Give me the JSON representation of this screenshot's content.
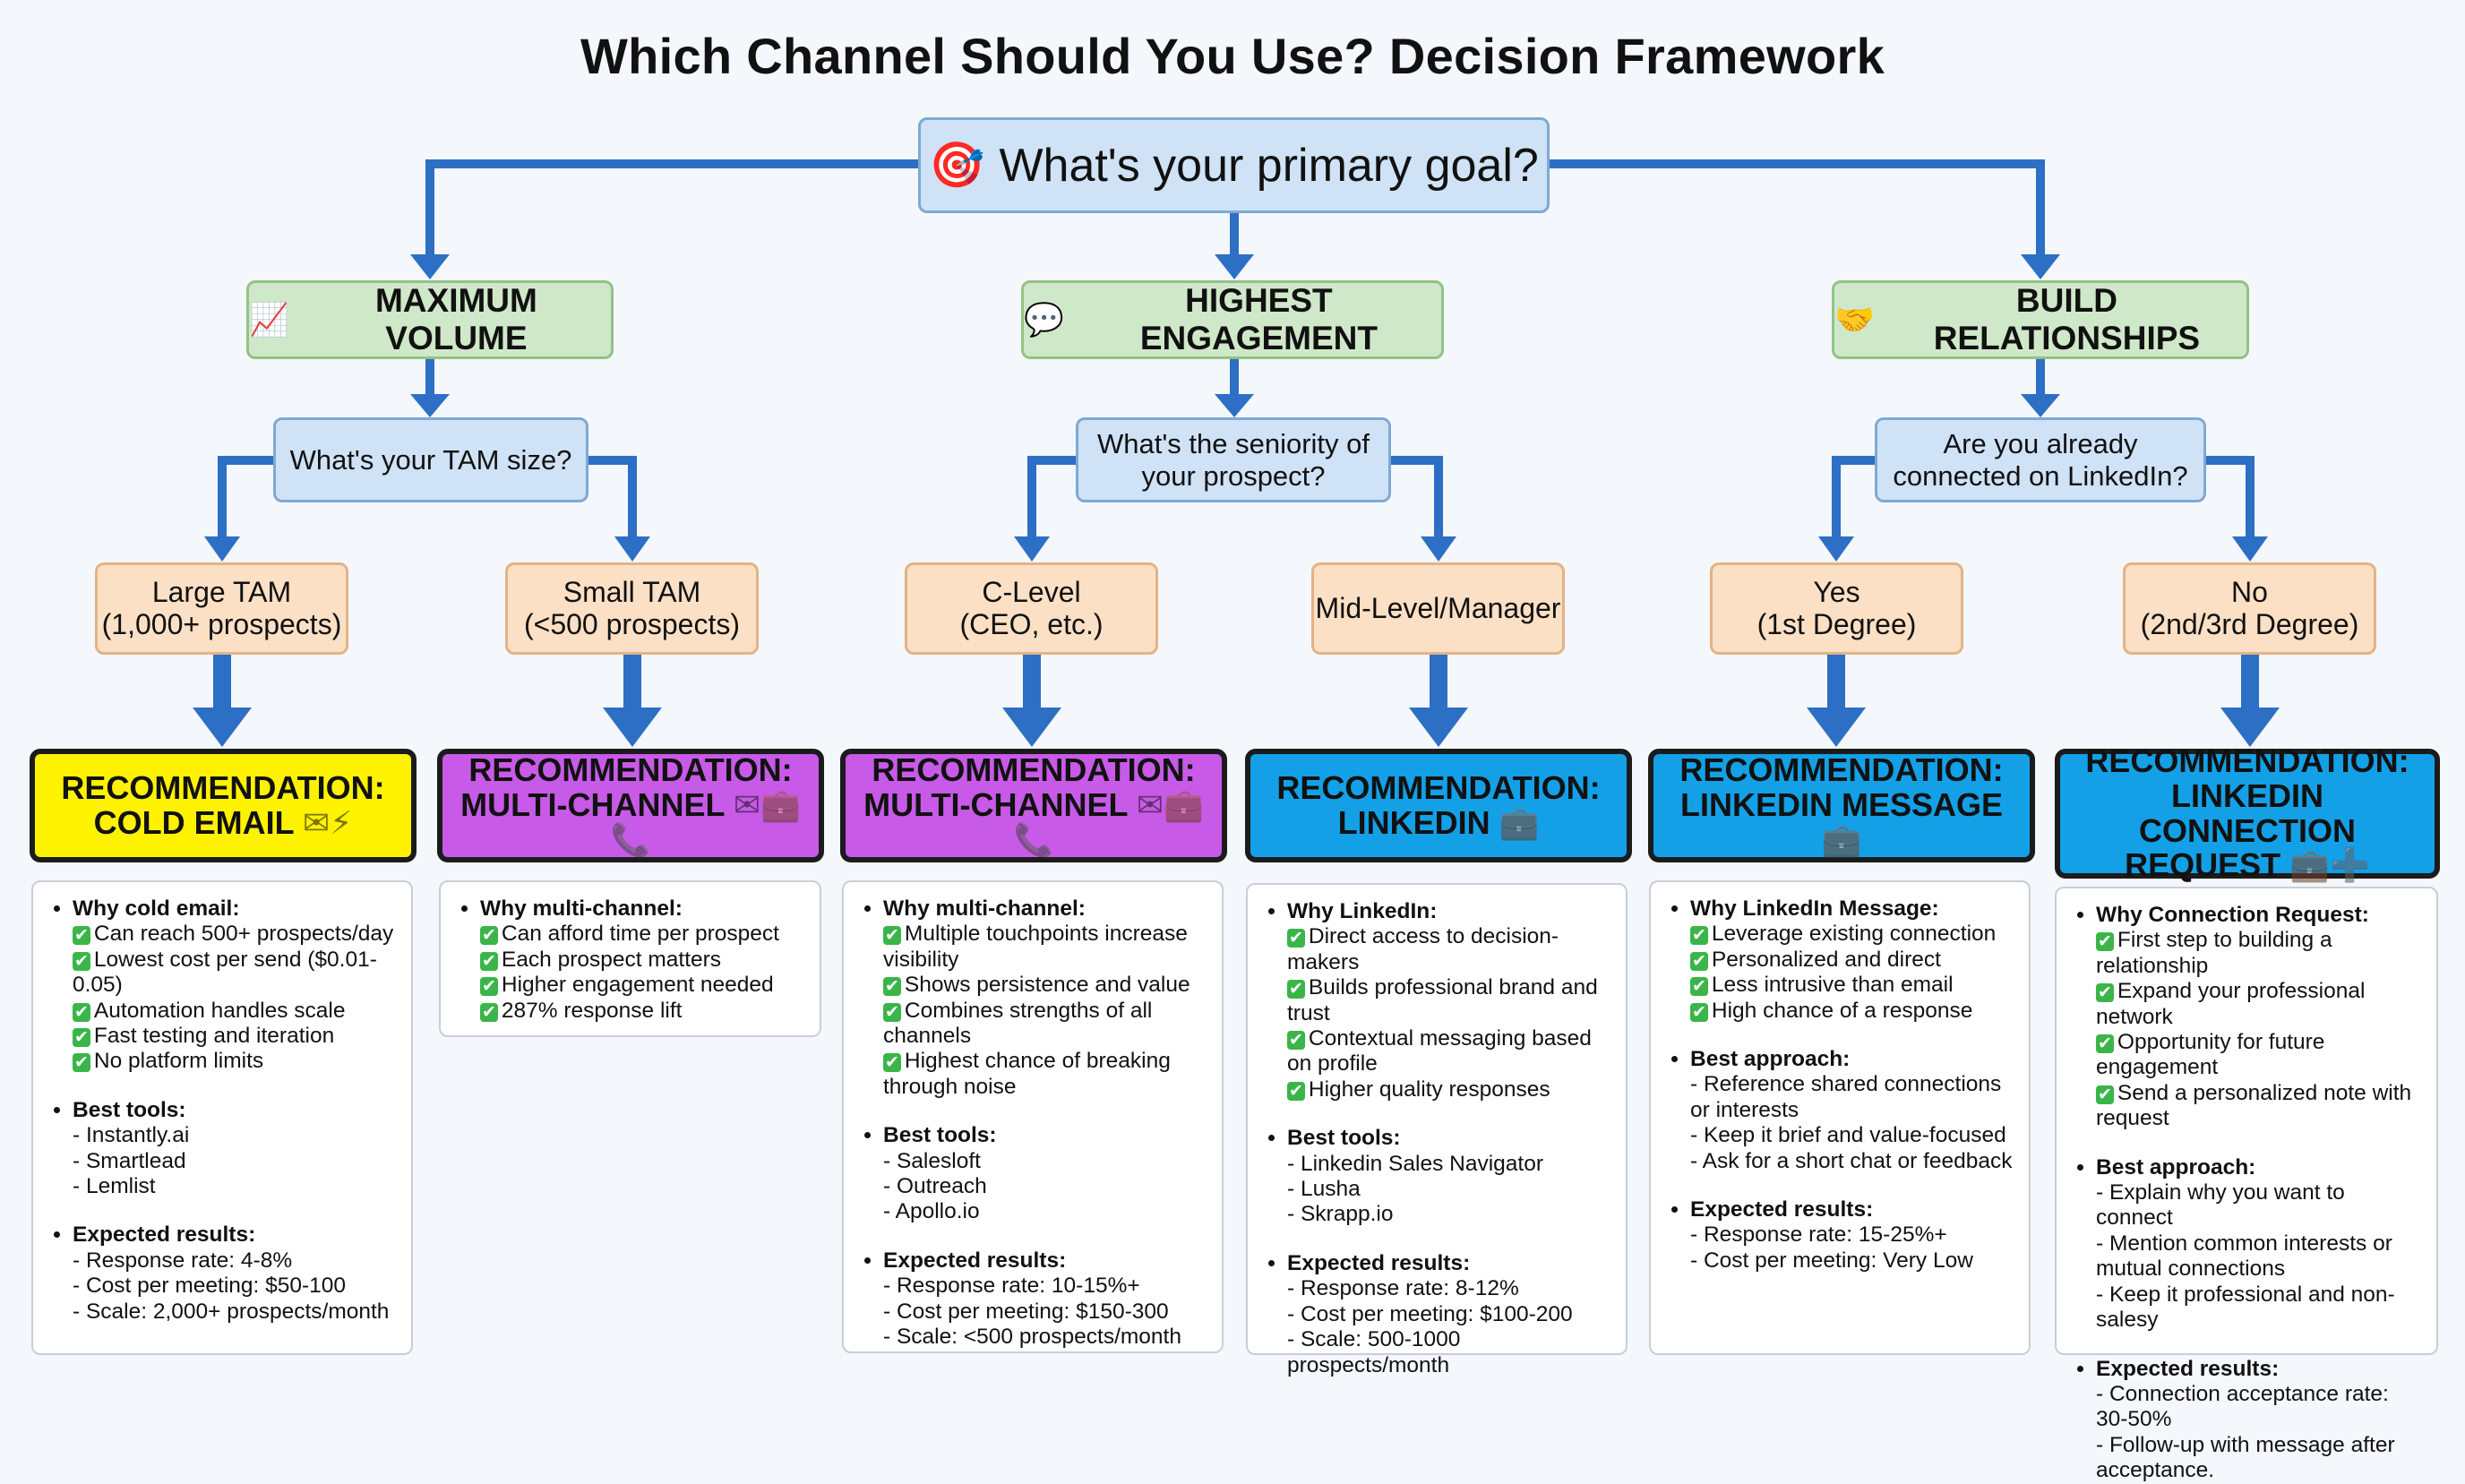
{
  "title": "Which Channel Should You Use? Decision Framework",
  "root": {
    "icon": "🎯",
    "icon_name": "target-icon",
    "label": "What's your primary goal?"
  },
  "goals": [
    {
      "icon": "📈",
      "icon_name": "chart-up-icon",
      "label": "MAXIMUM VOLUME"
    },
    {
      "icon": "💬",
      "icon_name": "speech-bubble-icon",
      "label": "HIGHEST ENGAGEMENT"
    },
    {
      "icon": "🤝",
      "icon_name": "handshake-icon",
      "label": "BUILD RELATIONSHIPS"
    }
  ],
  "questions": [
    {
      "label": "What's your TAM size?"
    },
    {
      "label": "What's the seniority of your prospect?"
    },
    {
      "label": "Are you already connected on LinkedIn?"
    }
  ],
  "answers": [
    {
      "line1": "Large TAM",
      "line2": "(1,000+ prospects)"
    },
    {
      "line1": "Small TAM",
      "line2": "(<500 prospects)"
    },
    {
      "line1": "C-Level",
      "line2": "(CEO, etc.)"
    },
    {
      "line1": "Mid-Level/Manager",
      "line2": ""
    },
    {
      "line1": "Yes",
      "line2": "(1st Degree)"
    },
    {
      "line1": "No",
      "line2": "(2nd/3rd Degree)"
    }
  ],
  "recommendations": [
    {
      "line1": "RECOMMENDATION:",
      "line2": "COLD EMAIL",
      "icons": "✉⚡",
      "color": "#fff200"
    },
    {
      "line1": "RECOMMENDATION:",
      "line2": "MULTI-CHANNEL",
      "icons": "✉💼📞",
      "color": "#c85ae8"
    },
    {
      "line1": "RECOMMENDATION:",
      "line2": "MULTI-CHANNEL",
      "icons": "✉💼📞",
      "color": "#c85ae8"
    },
    {
      "line1": "RECOMMENDATION:",
      "line2": "LINKEDIN",
      "icons": "💼",
      "color": "#14a0e6"
    },
    {
      "line1": "RECOMMENDATION:",
      "line2": "LINKEDIN MESSAGE",
      "icons": "💼",
      "color": "#14a0e6"
    },
    {
      "line1": "RECOMMENDATION:",
      "line2": "LINKEDIN CONNECTION REQUEST",
      "icons": "💼➕",
      "color": "#14a0e6"
    }
  ],
  "cards": [
    {
      "why_head": "Why cold email:",
      "why": [
        "Can reach 500+ prospects/day",
        "Lowest cost per send ($0.01-0.05)",
        "Automation handles scale",
        "Fast testing and iteration",
        "No platform limits"
      ],
      "mid_head": "Best tools:",
      "mid": [
        "- Instantly.ai",
        "- Smartlead",
        "- Lemlist"
      ],
      "res_head": "Expected results:",
      "res": [
        "- Response rate: 4-8%",
        "- Cost per meeting: $50-100",
        "- Scale: 2,000+ prospects/month"
      ]
    },
    {
      "why_head": "Why multi-channel:",
      "why": [
        "Can afford time per prospect",
        "Each prospect matters",
        "Higher engagement needed",
        "287% response lift"
      ],
      "mid_head": "",
      "mid": [],
      "res_head": "",
      "res": []
    },
    {
      "why_head": "Why multi-channel:",
      "why": [
        "Multiple touchpoints increase visibility",
        "Shows persistence and value",
        "Combines strengths of all channels",
        "Highest chance of breaking through noise"
      ],
      "mid_head": "Best tools:",
      "mid": [
        "- Salesloft",
        "- Outreach",
        "- Apollo.io"
      ],
      "res_head": "Expected results:",
      "res": [
        "- Response rate: 10-15%+",
        "- Cost per meeting: $150-300",
        "- Scale: <500 prospects/month"
      ]
    },
    {
      "why_head": "Why LinkedIn:",
      "why": [
        "Direct access to decision-makers",
        "Builds professional brand and trust",
        "Contextual messaging based on profile",
        "Higher quality responses"
      ],
      "mid_head": "Best tools:",
      "mid": [
        "- Linkedin Sales Navigator",
        "- Lusha",
        "- Skrapp.io"
      ],
      "res_head": "Expected results:",
      "res": [
        "- Response rate: 8-12%",
        "- Cost per meeting: $100-200",
        "- Scale: 500-1000 prospects/month"
      ]
    },
    {
      "why_head": "Why LinkedIn Message:",
      "why": [
        "Leverage existing connection",
        "Personalized and direct",
        "Less intrusive than email",
        "High chance of a response"
      ],
      "mid_head": "Best approach:",
      "mid": [
        "- Reference shared connections or interests",
        "- Keep it brief and value-focused",
        "- Ask for a short chat or feedback"
      ],
      "res_head": "Expected results:",
      "res": [
        "- Response rate: 15-25%+",
        "- Cost per meeting: Very Low"
      ]
    },
    {
      "why_head": "Why Connection Request:",
      "why": [
        "First step to building a relationship",
        "Expand your professional network",
        "Opportunity for future engagement",
        "Send a personalized note with request"
      ],
      "mid_head": "Best approach:",
      "mid": [
        "- Explain why you want to connect",
        "- Mention common interests or mutual connections",
        "- Keep it professional and non-salesy"
      ],
      "res_head": "Expected results:",
      "res": [
        "- Connection acceptance rate: 30-50%",
        "- Follow-up with message after acceptance."
      ]
    }
  ],
  "colors": {
    "connector": "#2d6fc4",
    "goal_bg": "#cfe8c9",
    "question_bg": "#cfe2f6",
    "answer_bg": "#fbe0c5"
  }
}
